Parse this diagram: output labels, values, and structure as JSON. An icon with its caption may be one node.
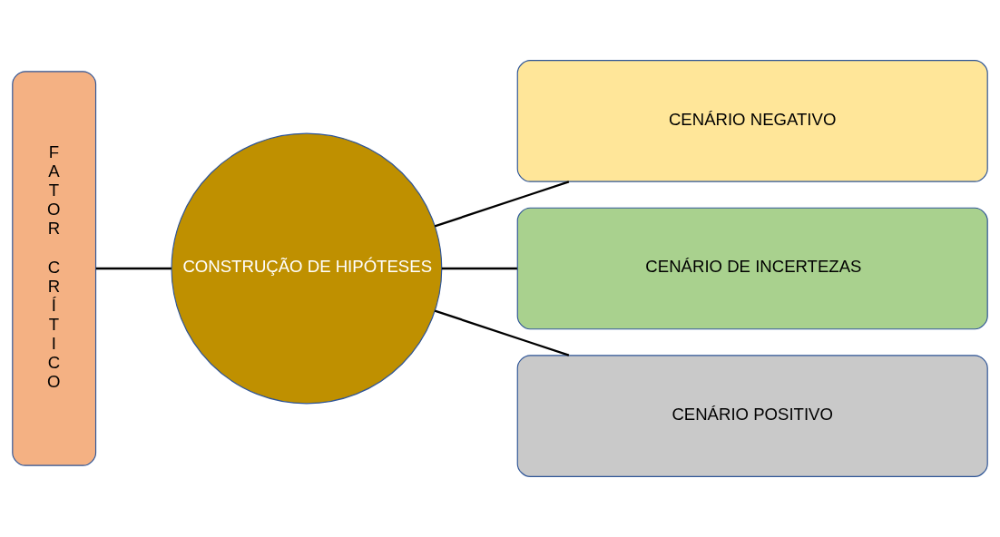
{
  "diagram": {
    "nodes": [
      {
        "text": [
          "FATOR CRÍTICO"
        ]
      },
      {
        "text": [
          "CONSTRUÇÃO DE HIPÓTESES"
        ]
      },
      {
        "text": [
          "CENÁRIO NEGATIVO"
        ]
      },
      {
        "text": [
          "CENÁRIO DE INCERTEZAS"
        ]
      },
      {
        "text": [
          "CENÁRIO POSITIVO"
        ]
      }
    ],
    "edges": [
      {
        "from": 0,
        "to": 1,
        "arrow": "none"
      },
      {
        "from": 1,
        "to": 2,
        "arrow": "none"
      },
      {
        "from": 1,
        "to": 3,
        "arrow": "none"
      },
      {
        "from": 1,
        "to": 4,
        "arrow": "none"
      }
    ]
  }
}
